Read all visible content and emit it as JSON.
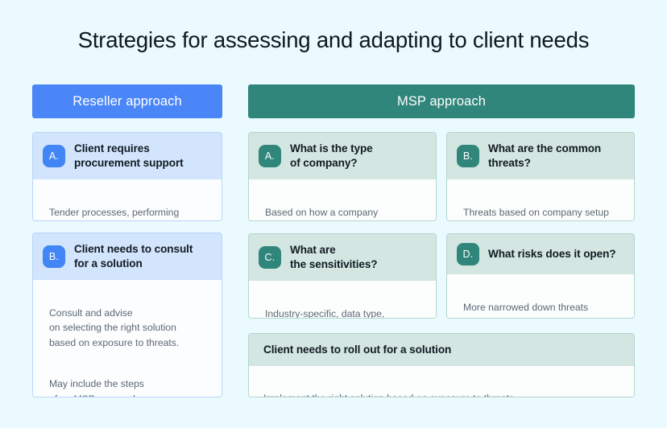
{
  "page": {
    "title": "Strategies for assessing and adapting to client needs",
    "background_color": "#eafaff"
  },
  "colors": {
    "reseller_header_bg": "#4a86f7",
    "msp_header_bg": "#31867c",
    "reseller_card_head_bg": "#d3e4fd",
    "msp_card_head_bg": "#d3e6e1",
    "reseller_badge_bg": "#4285f4",
    "msp_badge_bg": "#31867c",
    "card_body_text": "#5c6872",
    "title_text": "#10181f"
  },
  "columns": {
    "reseller": {
      "header_label": "Reseller approach",
      "cards": [
        {
          "badge": "A.",
          "title": "Client requires\nprocurement support",
          "body": [
            "Tender processes, performing\nas a middleman."
          ]
        },
        {
          "badge": "B.",
          "title": "Client needs to consult\nfor a solution",
          "body": [
            "Consult and advise\non selecting the right solution\nbased on exposure to threats.",
            "May include the steps\nof an MSP approach."
          ]
        }
      ]
    },
    "msp": {
      "header_label": "MSP approach",
      "cards": [
        {
          "badge": "A.",
          "title": "What is the type\nof company?",
          "body": [
            "Based on how a company\noperates, what’s its profile."
          ]
        },
        {
          "badge": "B.",
          "title": "What are the common\nthreats?",
          "body": [
            "Threats based on company setup\nand profile."
          ]
        },
        {
          "badge": "C.",
          "title": "What are\nthe sensitivities?",
          "body": [
            "Industry-specific, data type,\nservice-based, etc."
          ]
        },
        {
          "badge": "D.",
          "title": "What risks does it open?",
          "body": [
            "More narrowed down threats\nprofile based on company type."
          ]
        },
        {
          "badge": "",
          "title": "Client needs to roll out for a solution",
          "body": [
            "Implement the right solution based on exposure to threats."
          ]
        }
      ]
    }
  }
}
